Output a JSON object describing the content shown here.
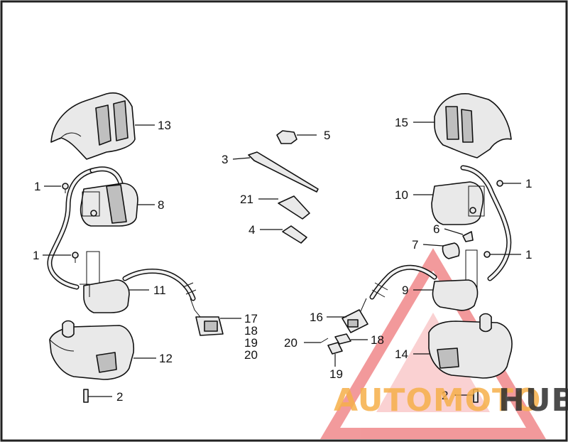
{
  "callouts": {
    "left_top_screw": "1",
    "left_mid_screw": "1",
    "lower_screw": "2",
    "cable_strap": "3",
    "sleeve_short": "4",
    "clip": "5",
    "small_bracket": "6",
    "right_small_switch": "7",
    "left_upper_switch": "8",
    "right_lower_switch": "9",
    "right_upper_switch": "10",
    "left_lower_switch": "11",
    "left_lower_housing": "12",
    "left_upper_housing": "13",
    "right_lower_housing": "14",
    "right_upper_housing": "15",
    "right_connector": "16",
    "left_connector_a": "17",
    "left_connector_b": "18",
    "left_connector_c": "19",
    "left_connector_d": "20",
    "right_terminal_18": "18",
    "right_terminal_19": "19",
    "right_terminal_20": "20",
    "sleeve_long": "21",
    "right_top_screw": "1",
    "right_mid_screw": "1"
  },
  "watermark": {
    "text_prefix": "AUTOMOTO",
    "text_suffix": "HUB",
    "color_prefix": "#f6b04a",
    "color_suffix": "#2d2d2d",
    "triangle_color": "#e8474b"
  },
  "colors": {
    "background": "#ffffff",
    "line": "#111111"
  }
}
